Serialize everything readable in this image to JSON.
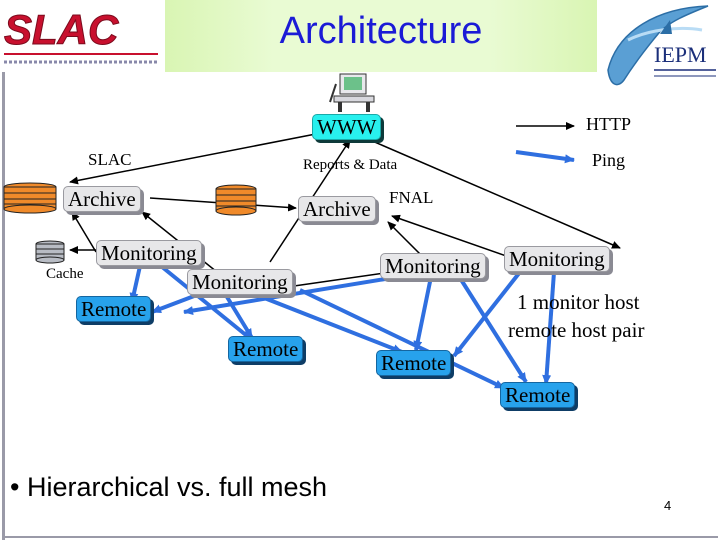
{
  "slide": {
    "title": "Architecture",
    "bullet_text": "Hierarchical vs. full mesh",
    "page_number": "4"
  },
  "legend": {
    "http_label": "HTTP",
    "ping_label": "Ping"
  },
  "diagram": {
    "www_label": "WWW",
    "reports_label": "Reports & Data",
    "slac_label": "SLAC",
    "fnal_label": "FNAL",
    "cache_label": "Cache",
    "archive_slac": "Archive",
    "archive_fnal": "Archive",
    "monitoring_slac_1": "Monitoring",
    "monitoring_slac_2": "Monitoring",
    "monitoring_fnal_1": "Monitoring",
    "monitoring_fnal_2": "Monitoring",
    "remote_1": "Remote",
    "remote_2": "Remote",
    "remote_3": "Remote",
    "remote_4": "Remote",
    "note_line1": "1 monitor host",
    "note_line2": "remote host pair"
  },
  "colors": {
    "title": "#1b1bd6",
    "title_band": "#e9fbd3",
    "www_bubble": "#28f0ee",
    "monitoring_bubble": "#e7e7e9",
    "remote_bubble": "#27a2ec",
    "ping_arrow": "#2f6fe0",
    "http_arrow": "#000000"
  },
  "logos": {
    "slac_logo_text": "SLAC",
    "iepm_logo_text": "IEPM"
  },
  "icons": [
    "computer-icon",
    "database-icon",
    "dolphin-icon"
  ]
}
